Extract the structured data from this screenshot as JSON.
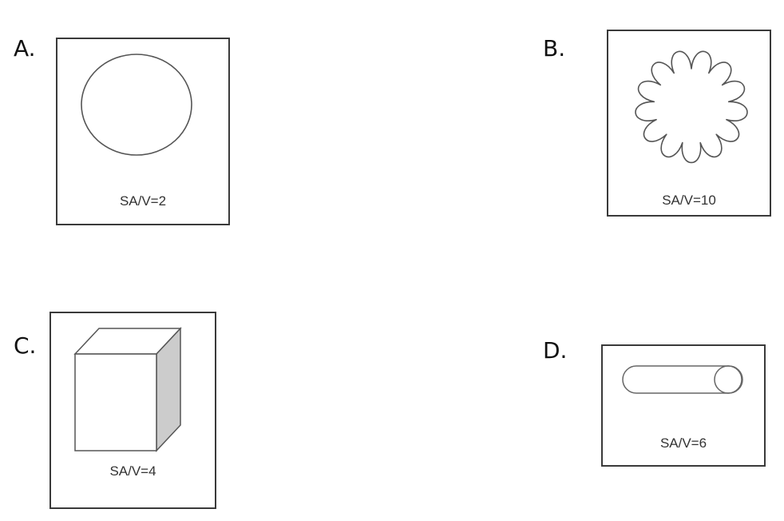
{
  "options": [
    {
      "letter": "A.",
      "shape": "circle",
      "ratio_label": "SA/V=2"
    },
    {
      "letter": "B.",
      "shape": "flower",
      "ratio_label": "SA/V=10"
    },
    {
      "letter": "C.",
      "shape": "cube",
      "ratio_label": "SA/V=4"
    },
    {
      "letter": "D.",
      "shape": "capsule",
      "ratio_label": "SA/V=6"
    }
  ],
  "colors": {
    "outline": "#3a3a3a",
    "shape_stroke": "#555555",
    "cube_shade": "#cccccc",
    "text": "#111111"
  }
}
